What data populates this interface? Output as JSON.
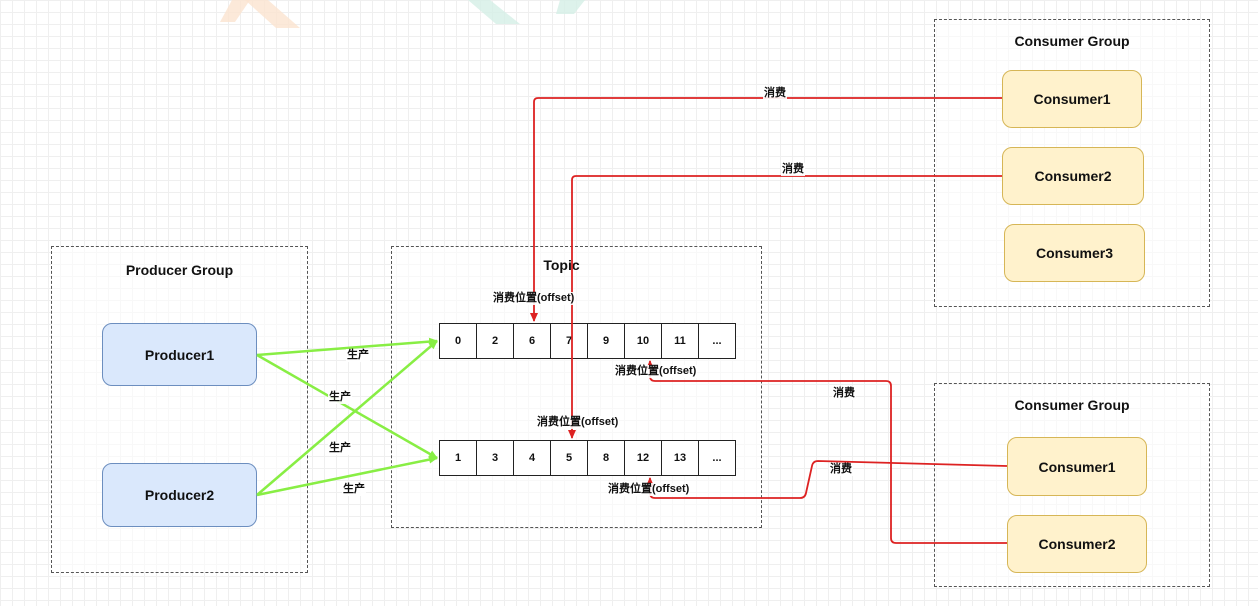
{
  "colors": {
    "produce_edge": "#88ee44",
    "consume_edge": "#dd2222",
    "producer_fill": "#dae8fc",
    "consumer_fill": "#fff2cc"
  },
  "producer_group": {
    "title": "Producer Group",
    "producers": [
      "Producer1",
      "Producer2"
    ]
  },
  "topic": {
    "title": "Topic",
    "queue_a": [
      "0",
      "2",
      "6",
      "7",
      "9",
      "10",
      "11",
      "..."
    ],
    "queue_b": [
      "1",
      "3",
      "4",
      "5",
      "8",
      "12",
      "13",
      "..."
    ]
  },
  "consumer_group_1": {
    "title": "Consumer Group",
    "consumers": [
      "Consumer1",
      "Consumer2",
      "Consumer3"
    ]
  },
  "consumer_group_2": {
    "title": "Consumer Group",
    "consumers": [
      "Consumer1",
      "Consumer2"
    ]
  },
  "edge_labels": {
    "produce": "生产",
    "consume": "消费",
    "offset": "消费位置(offset)"
  }
}
